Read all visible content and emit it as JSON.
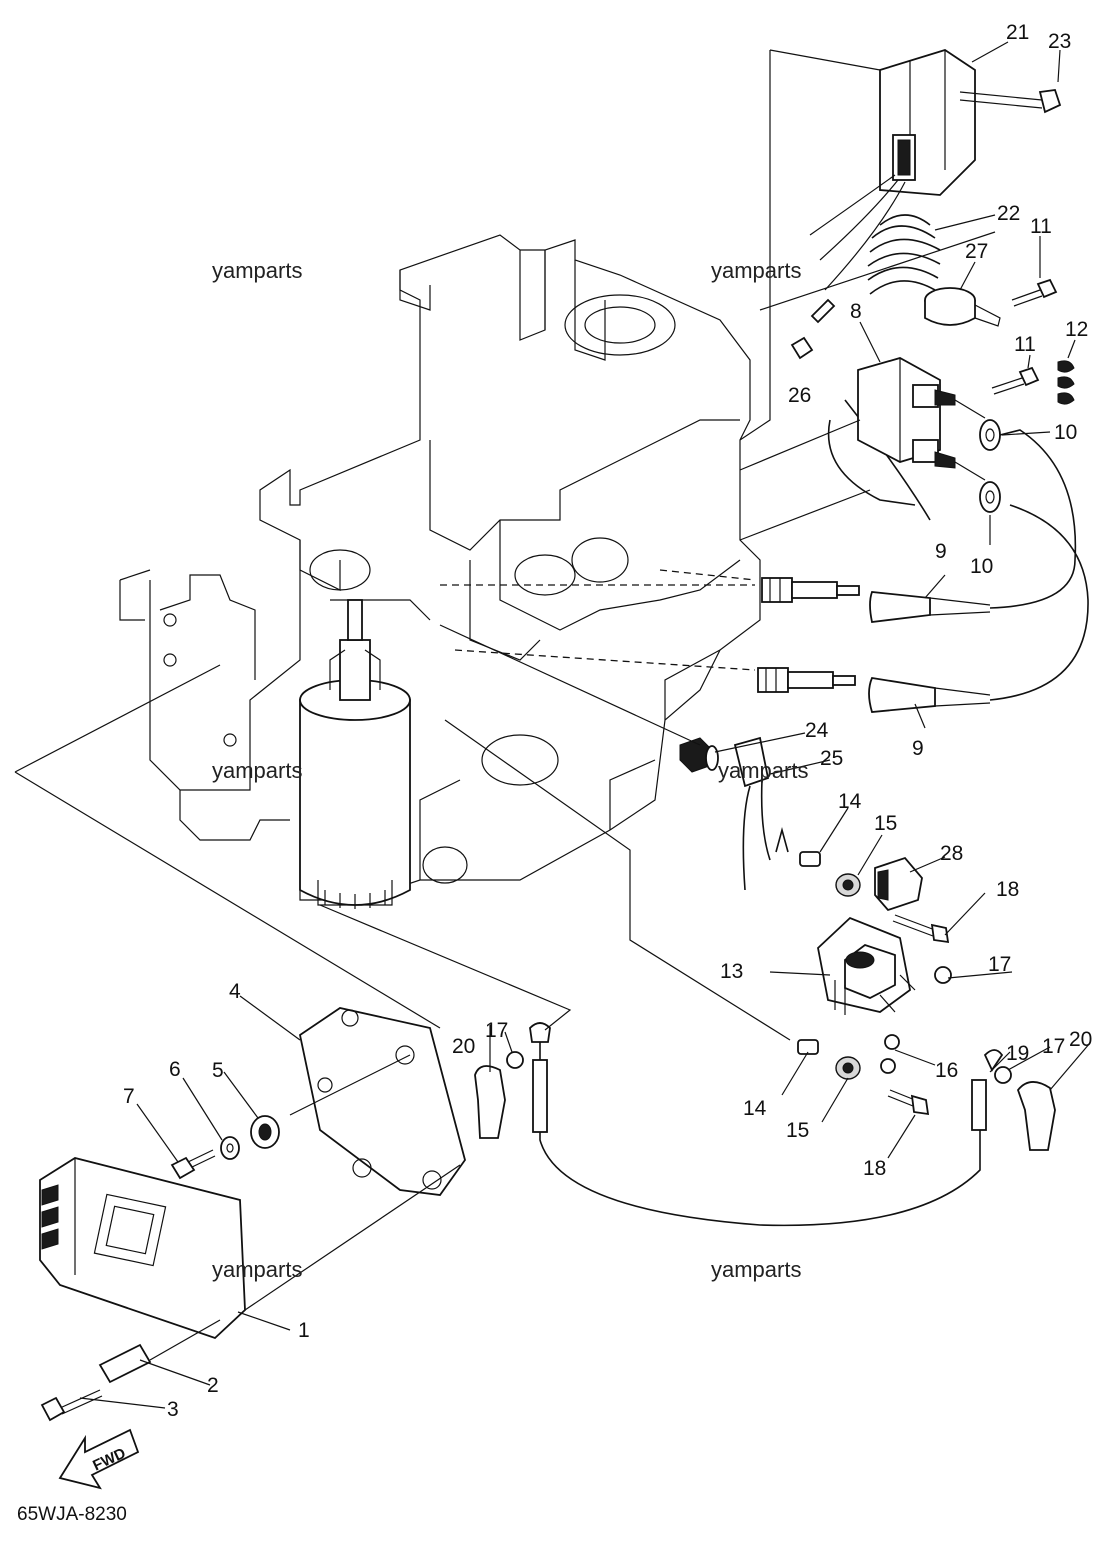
{
  "watermarks": [
    "yamparts",
    "yamparts",
    "yamparts",
    "yamparts",
    "yamparts",
    "yamparts"
  ],
  "diagram_code": "65WJA-8230",
  "direction_arrow_label": "FWD",
  "callouts": {
    "c1": "1",
    "c2": "2",
    "c3": "3",
    "c4": "4",
    "c5": "5",
    "c6": "6",
    "c7": "7",
    "c8": "8",
    "c9a": "9",
    "c9b": "9",
    "c10a": "10",
    "c10b": "10",
    "c11a": "11",
    "c11b": "11",
    "c12": "12",
    "c13": "13",
    "c14a": "14",
    "c14b": "14",
    "c15a": "15",
    "c15b": "15",
    "c16": "16",
    "c17a": "17",
    "c17b": "17",
    "c17c": "17",
    "c18a": "18",
    "c18b": "18",
    "c19": "19",
    "c20a": "20",
    "c20b": "20",
    "c21": "21",
    "c22": "22",
    "c23": "23",
    "c24": "24",
    "c25": "25",
    "c26": "26",
    "c27": "27",
    "c28": "28"
  },
  "colors": {
    "ink": "#111111",
    "paper": "#ffffff"
  }
}
